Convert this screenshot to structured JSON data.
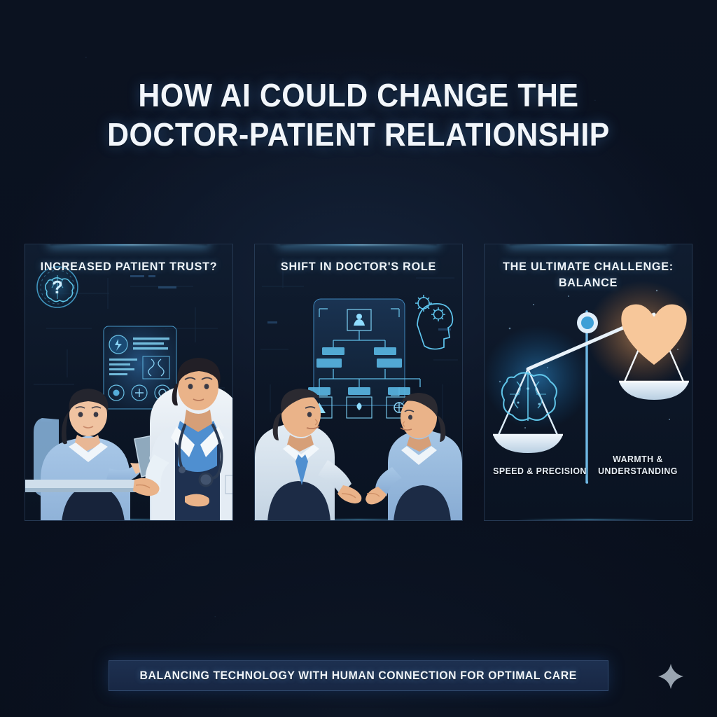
{
  "theme": {
    "background": "#0a1220",
    "panel_bg": "#101d30",
    "accent_cyan": "#7fd4ff",
    "accent_blue": "#4fa8e0",
    "warm_peach": "#f5c396",
    "banner_navy": "#1d3050",
    "text_light": "#f2f6fb"
  },
  "header": {
    "title_line1": "HOW AI COULD CHANGE THE",
    "title_line2": "DOCTOR-PATIENT RELATIONSHIP"
  },
  "panels": [
    {
      "id": "panel-trust",
      "heading": "INCREASED PATIENT TRUST?",
      "icon": "brain-question-icon",
      "scene": "doctor-patient-consultation"
    },
    {
      "id": "panel-role",
      "heading": "SHIFT IN DOCTOR'S ROLE",
      "icon": "head-gears-icon",
      "scene": "two-people-with-decision-tree-hologram"
    },
    {
      "id": "panel-balance",
      "heading_line1": "THE ULTIMATE CHALLENGE:",
      "heading_line2": "BALANCE",
      "icon": "balance-scale-icon",
      "scene": "brain-vs-heart-balance-scale",
      "scale_left_label": "SPEED & PRECISION",
      "scale_right_label_line1": "WARMTH &",
      "scale_right_label_line2": "UNDERSTANDING"
    }
  ],
  "footer": {
    "text": "BALANCING TECHNOLOGY WITH HUMAN CONNECTION FOR OPTIMAL CARE",
    "sparkle_icon": "sparkle-icon"
  }
}
